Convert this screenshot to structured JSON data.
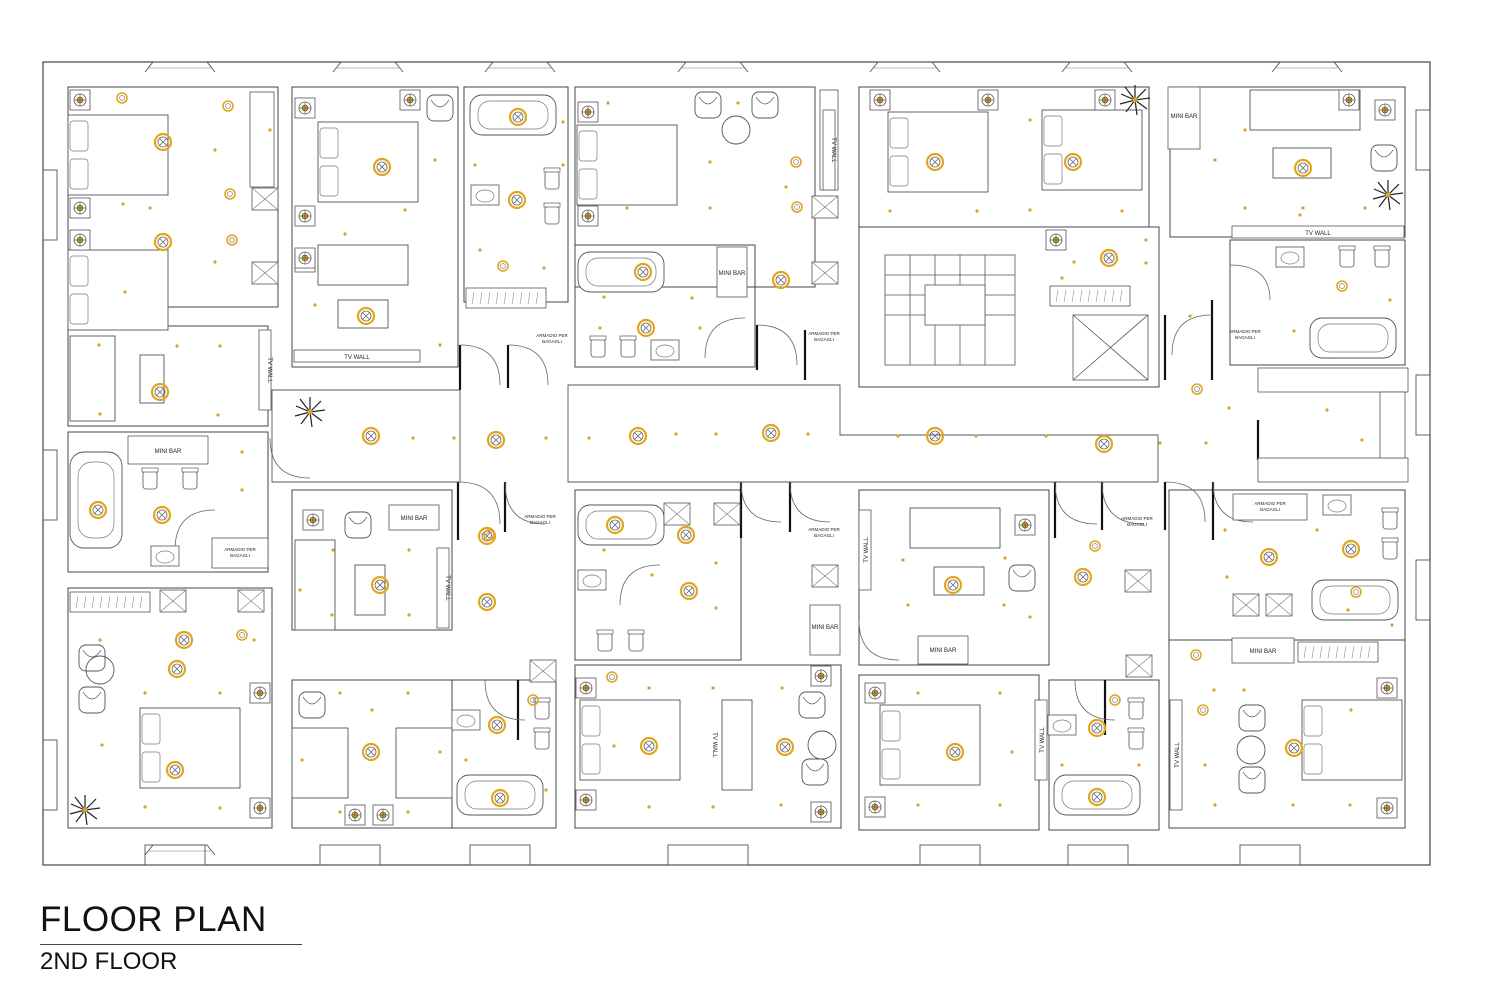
{
  "title": "FLOOR PLAN",
  "subtitle": "2ND FLOOR",
  "labels": {
    "mini_bar": "MINI BAR",
    "tv_wall": "TV WALL",
    "armadio_line1": "ARMADIO PER",
    "armadio_line2": "BAGAGLI"
  },
  "colors": {
    "lines": "#4a4a4a",
    "walls": "#111111",
    "light_fixture": "#e3a51c",
    "downlight": "#d9a030"
  },
  "icons": {
    "main_light": "circle-cross-icon",
    "downlight": "dot-icon",
    "lamp": "lamp-icon",
    "plant": "plant-icon"
  }
}
